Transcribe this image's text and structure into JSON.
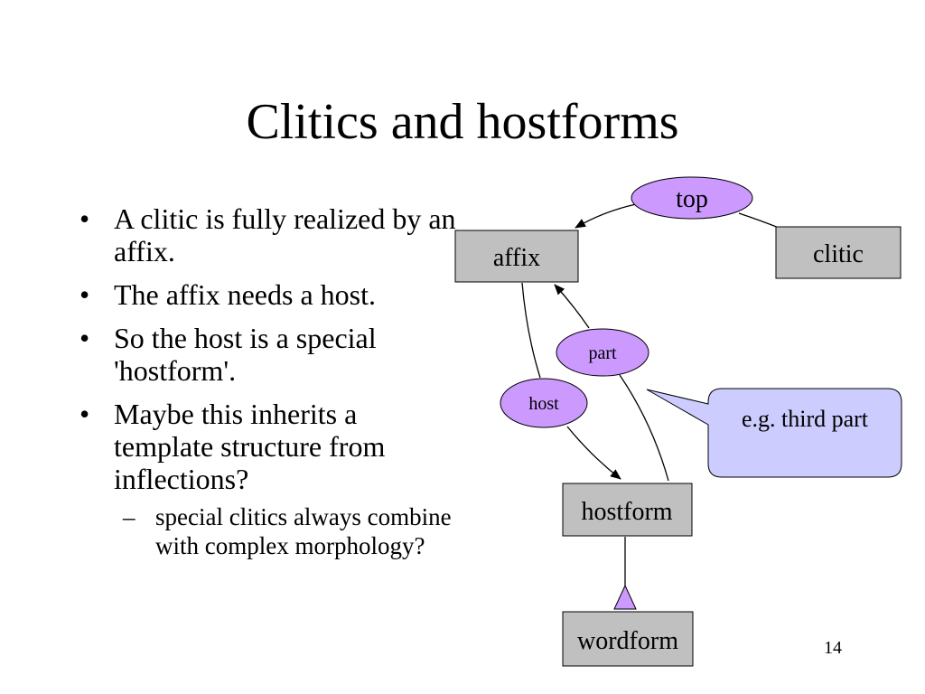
{
  "slide": {
    "title": "Clitics and hostforms",
    "page_number": "14"
  },
  "bullets": [
    {
      "marker": "•",
      "text": "A clitic is fully realized by an affix."
    },
    {
      "marker": "•",
      "text": "The affix needs a host."
    },
    {
      "marker": "•",
      "text": "So the host is a special 'hostform'."
    },
    {
      "marker": "•",
      "text": "Maybe this inherits a template structure from inflections?"
    }
  ],
  "subbullet": {
    "marker": "–",
    "text": "special clitics always combine with complex morphology?"
  },
  "diagram": {
    "nodes": {
      "top": "top",
      "affix": "affix",
      "clitic": "clitic",
      "part": "part",
      "host": "host",
      "hostform": "hostform",
      "wordform": "wordform"
    },
    "callout": "e.g. third part"
  },
  "colors": {
    "box_fill": "#c0c0c0",
    "ellipse_fill": "#cc99ff",
    "callout_fill": "#ccccff"
  }
}
